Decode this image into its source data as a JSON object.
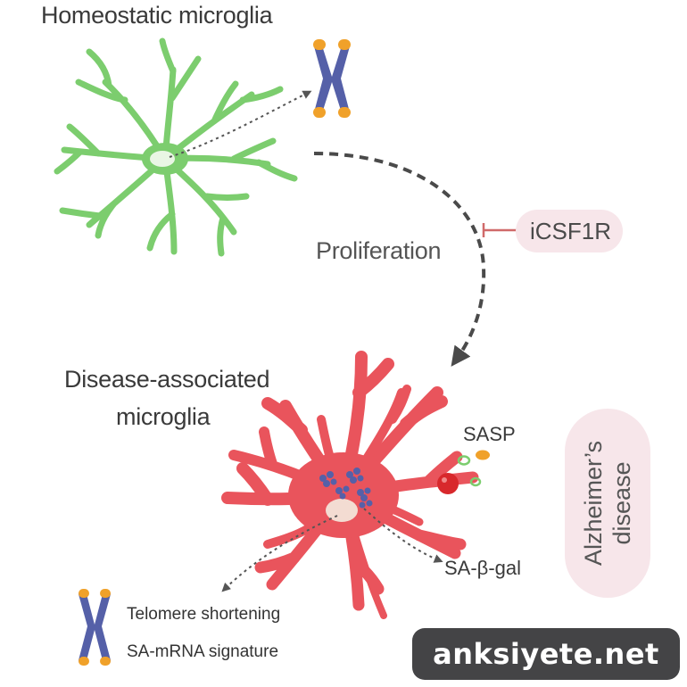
{
  "labels": {
    "homeostatic": "Homeostatic microglia",
    "proliferation": "Proliferation",
    "inhibitor": "iCSF1R",
    "disease_line1": "Disease-associated",
    "disease_line2": "microglia",
    "sasp": "SASP",
    "sa_beta_gal": "SA-β-gal",
    "telomere": "Telomere shortening",
    "sa_mrna": "SA-mRNA signature",
    "alzheimers_line1": "Alzheimer’s",
    "alzheimers_line2": "disease",
    "watermark": "anksiyete.net"
  },
  "colors": {
    "homeostatic_cell": "#7ccd6e",
    "disease_cell": "#e9545c",
    "chromosome_arm": "#5560a8",
    "telomere_cap": "#f0a12a",
    "nucleus": "#f3dcd2",
    "inhibition": "#d06a6a",
    "pill_background": "#f7e6ea"
  }
}
